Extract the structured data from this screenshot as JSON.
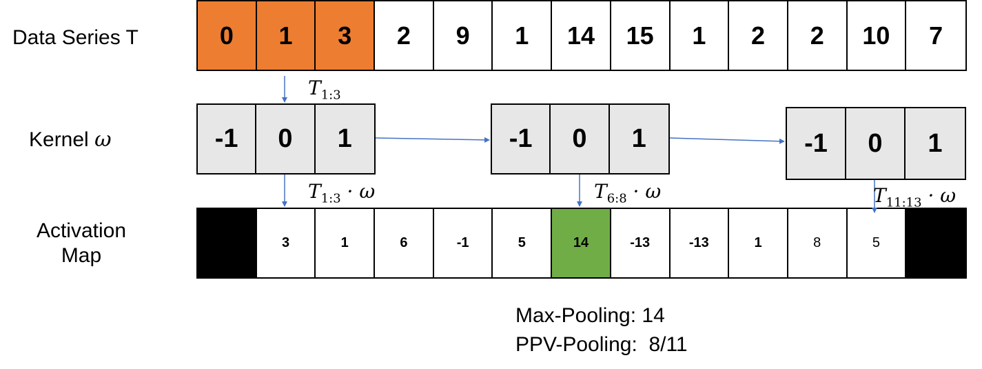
{
  "labels": {
    "series": "Data Series T",
    "kernel_text": "Kernel ",
    "kernel_symbol": "ω",
    "activation_line1": "Activation",
    "activation_line2": "Map"
  },
  "series_values": [
    "0",
    "1",
    "3",
    "2",
    "9",
    "1",
    "14",
    "15",
    "1",
    "2",
    "2",
    "10",
    "7"
  ],
  "kernel_values": [
    "-1",
    "0",
    "1"
  ],
  "activation_values": [
    "",
    "3",
    "1",
    "6",
    "-1",
    "5",
    "14",
    "-13",
    "-13",
    "1",
    "8",
    "5",
    ""
  ],
  "annotations": {
    "window_top": {
      "T": "T",
      "sub": "1:3"
    },
    "dot_1": {
      "T": "T",
      "sub": "1:3",
      "rest": " · ω"
    },
    "dot_2": {
      "T": "T",
      "sub": "6:8",
      "rest": " · ω"
    },
    "dot_3": {
      "T": "T",
      "sub": "11:13",
      "rest": " · ω"
    }
  },
  "pooling": {
    "max_line": "Max-Pooling: 14",
    "ppv_line": "PPV-Pooling:  8/11"
  },
  "colors": {
    "highlight": "#ed7d31",
    "max_cell": "#70ad47",
    "padding": "#000000",
    "kernel_bg": "#e7e7e7",
    "arrow": "#4472c4"
  }
}
